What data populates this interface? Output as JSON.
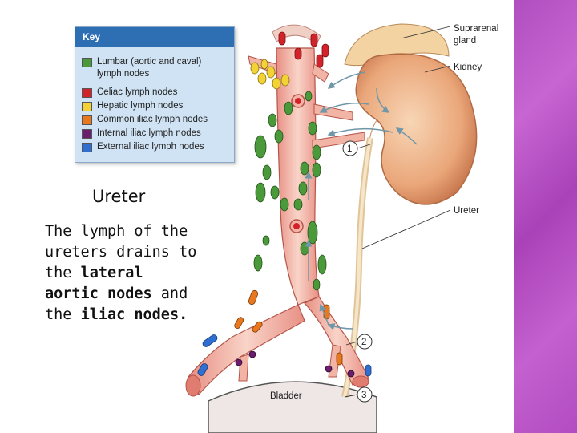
{
  "key": {
    "title": "Key",
    "items": [
      {
        "label": "Lumbar (aortic and caval)",
        "label2": "lymph nodes",
        "color": "#4a9a3c"
      },
      {
        "label": "Celiac lymph nodes",
        "color": "#d2232a"
      },
      {
        "label": "Hepatic lymph nodes",
        "color": "#f2d234"
      },
      {
        "label": "Common iliac lymph nodes",
        "color": "#e8771e"
      },
      {
        "label": "Internal iliac lymph nodes",
        "color": "#6b1e6e"
      },
      {
        "label": "External iliac lymph nodes",
        "color": "#2e6fcf"
      }
    ]
  },
  "heading": "Ureter",
  "text": {
    "part1": "The lymph of the ureters drains to the ",
    "bold1": "lateral aortic nodes",
    "part2": " and the ",
    "bold2": "iliac nodes."
  },
  "labels": {
    "suprarenal_1": "Suprarenal",
    "suprarenal_2": "gland",
    "kidney": "Kidney",
    "ureter": "Ureter",
    "bladder": "Bladder",
    "n1": "1",
    "n2": "2",
    "n3": "3"
  },
  "colors": {
    "accent_band": "#b04ec0",
    "vessel": "#f2b5a5",
    "kidney": "#e9a47a",
    "gland": "#f4d3a2"
  }
}
